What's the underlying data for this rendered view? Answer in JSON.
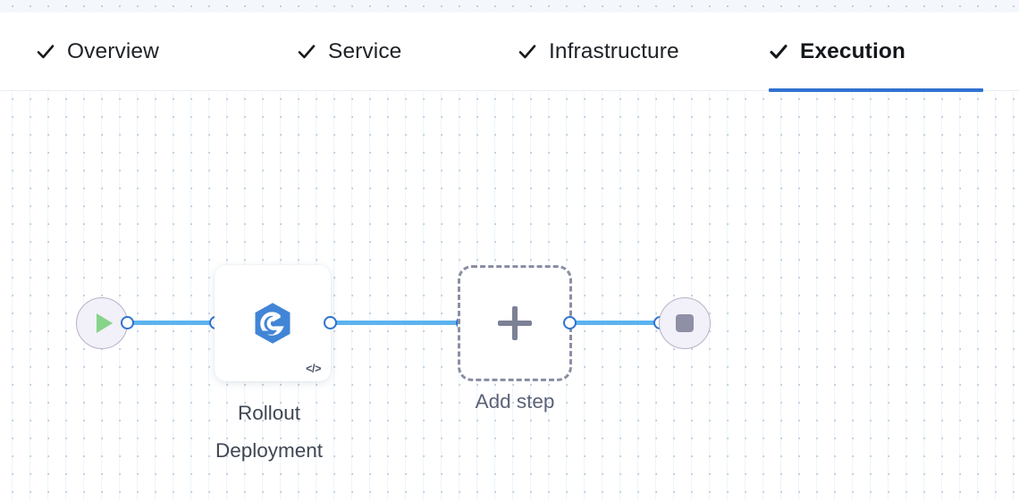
{
  "tabs": [
    {
      "label": "Overview",
      "icon": "check-icon",
      "active": false,
      "complete": true
    },
    {
      "label": "Service",
      "icon": "check-icon",
      "active": false,
      "complete": true
    },
    {
      "label": "Infrastructure",
      "icon": "check-icon",
      "active": false,
      "complete": true
    },
    {
      "label": "Execution",
      "icon": "check-icon",
      "active": true,
      "complete": true
    }
  ],
  "canvas": {
    "nodes": {
      "start": {
        "name": "start-node",
        "icon": "play-icon"
      },
      "step": {
        "label_line1": "Rollout",
        "label_line2": "Deployment",
        "icon": "rollout-deployment-icon",
        "badge": "</>"
      },
      "add_step": {
        "label": "Add step",
        "icon": "plus-icon"
      },
      "end": {
        "name": "end-node",
        "icon": "stop-icon"
      }
    }
  },
  "colors": {
    "accent": "#2f72d2",
    "edge": "#5cb3ef",
    "port_ring": "#2f73cf",
    "step_icon": "#4285d6",
    "play": "#86d48a",
    "stop": "#8f90a6",
    "dashed_border": "#8b8fa3",
    "label": "#404654",
    "add_label": "#5c6278"
  }
}
